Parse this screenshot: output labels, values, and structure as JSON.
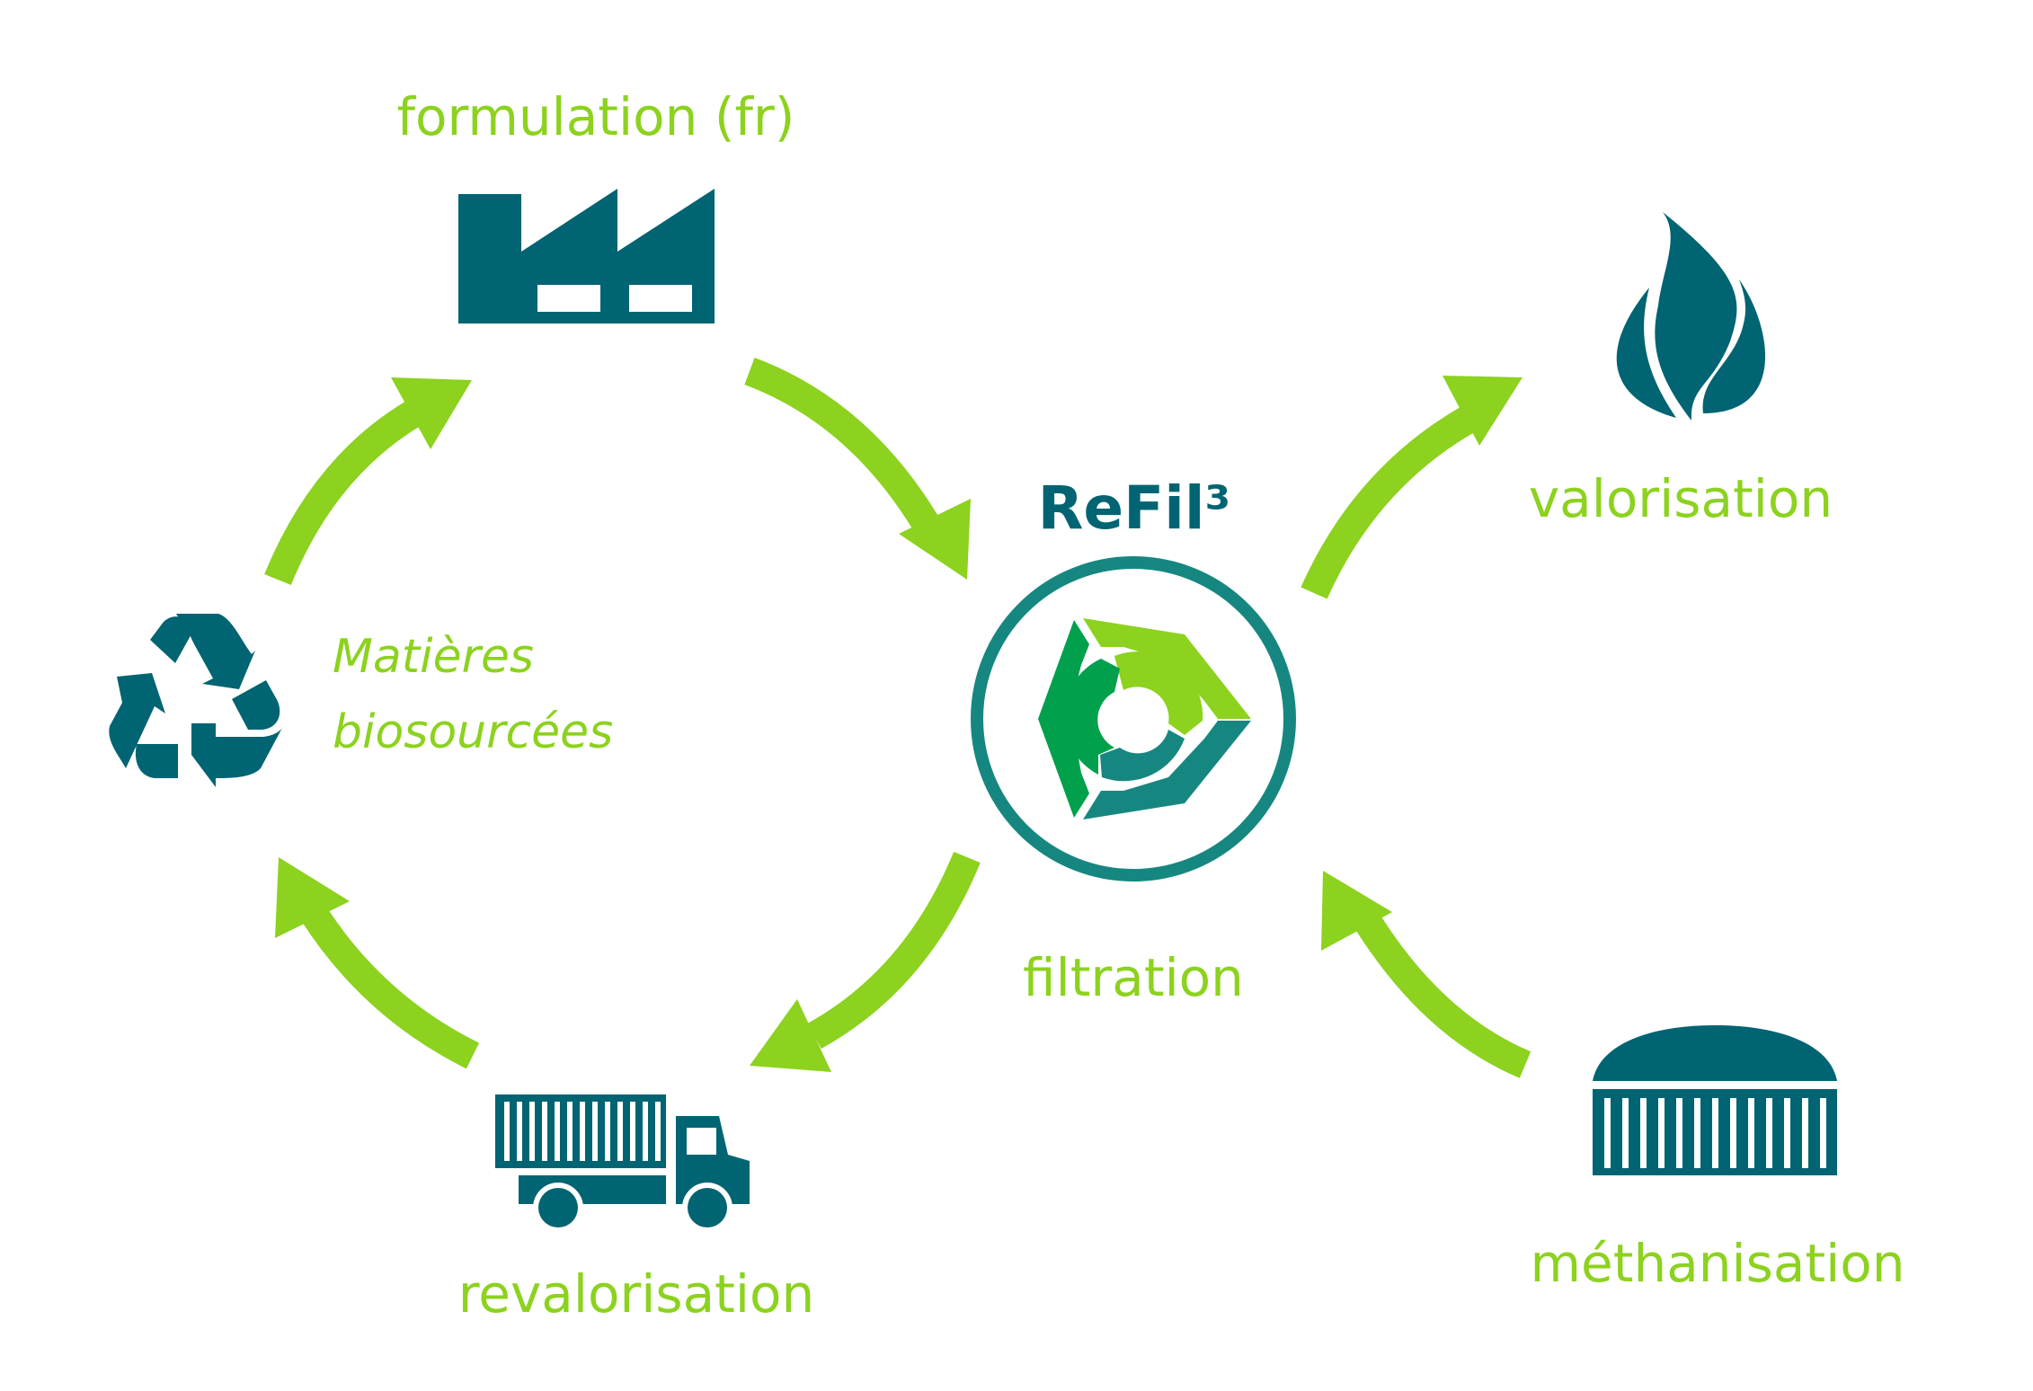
{
  "colors": {
    "accent_green": "#8cd21e",
    "teal": "#006472",
    "ring": "#168780",
    "mid_green": "#00a04c"
  },
  "logo": {
    "text": "ReFil³"
  },
  "nodes": {
    "formulation": {
      "label": "formulation (fr)",
      "icon": "factory-icon"
    },
    "valorisation": {
      "label": "valorisation",
      "icon": "flame-icon"
    },
    "filtration": {
      "label": "filtration",
      "icon": "refil-logo-icon"
    },
    "methanisation": {
      "label": "méthanisation",
      "icon": "digester-icon"
    },
    "revalorisation": {
      "label": "revalorisation",
      "icon": "truck-icon"
    },
    "biosourced": {
      "label_line1": "Matières",
      "label_line2": "biosourcées",
      "icon": "recycle-icon"
    }
  }
}
